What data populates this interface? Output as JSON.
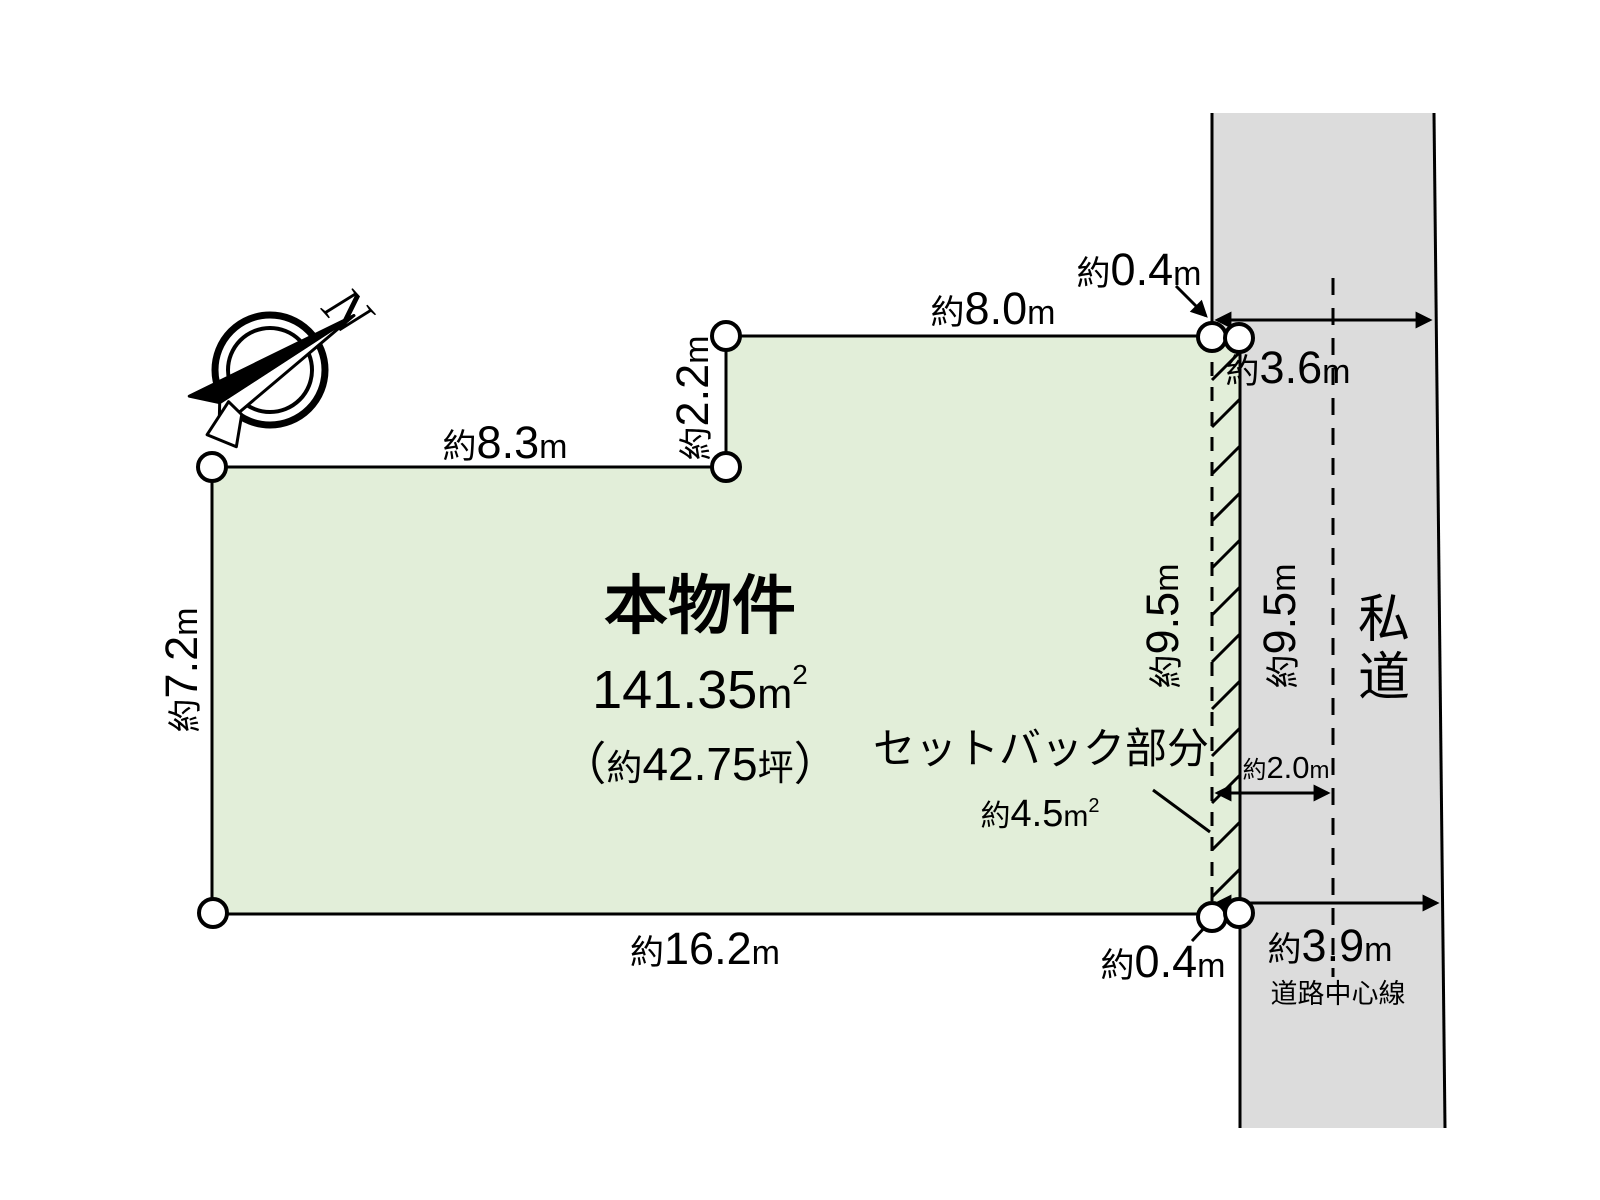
{
  "diagram": {
    "compass": {
      "north": "N"
    },
    "property": {
      "name": "本物件",
      "area": {
        "value": "141.35",
        "unit": "m",
        "sup": "2"
      },
      "tsubo": {
        "open": "（",
        "prefix": "約",
        "value": "42.75",
        "unit": "坪",
        "close": "）"
      }
    },
    "setback": {
      "title": "セットバック部分",
      "area": {
        "prefix": "約",
        "value": "4.5",
        "unit": "m",
        "sup": "2"
      }
    },
    "road": {
      "label_chars": [
        "私",
        "道"
      ],
      "centerline_label": "道路中心線"
    },
    "dimensions": {
      "top_left": {
        "prefix": "約",
        "value": "8.3",
        "unit": "m"
      },
      "notch": {
        "prefix": "約",
        "value": "2.2",
        "unit": "m"
      },
      "top_right": {
        "prefix": "約",
        "value": "8.0",
        "unit": "m"
      },
      "setback_width_top": {
        "prefix": "約",
        "value": "0.4",
        "unit": "m"
      },
      "setback_width_bottom": {
        "prefix": "約",
        "value": "0.4",
        "unit": "m"
      },
      "left_side": {
        "prefix": "約",
        "value": "7.2",
        "unit": "m"
      },
      "bottom": {
        "prefix": "約",
        "value": "16.2",
        "unit": "m"
      },
      "east_side": {
        "prefix": "約",
        "value": "9.5",
        "unit": "m"
      },
      "road_side": {
        "prefix": "約",
        "value": "9.5",
        "unit": "m"
      },
      "road_width_top": {
        "prefix": "約",
        "value": "3.6",
        "unit": "m"
      },
      "road_width_bottom": {
        "prefix": "約",
        "value": "3.9",
        "unit": "m"
      },
      "setback_to_center": {
        "prefix": "約",
        "value": "2.0",
        "unit": "m"
      }
    },
    "colors": {
      "plot_fill": "#e2eed9",
      "road_fill": "#dcdcdc",
      "line": "#000000"
    }
  }
}
